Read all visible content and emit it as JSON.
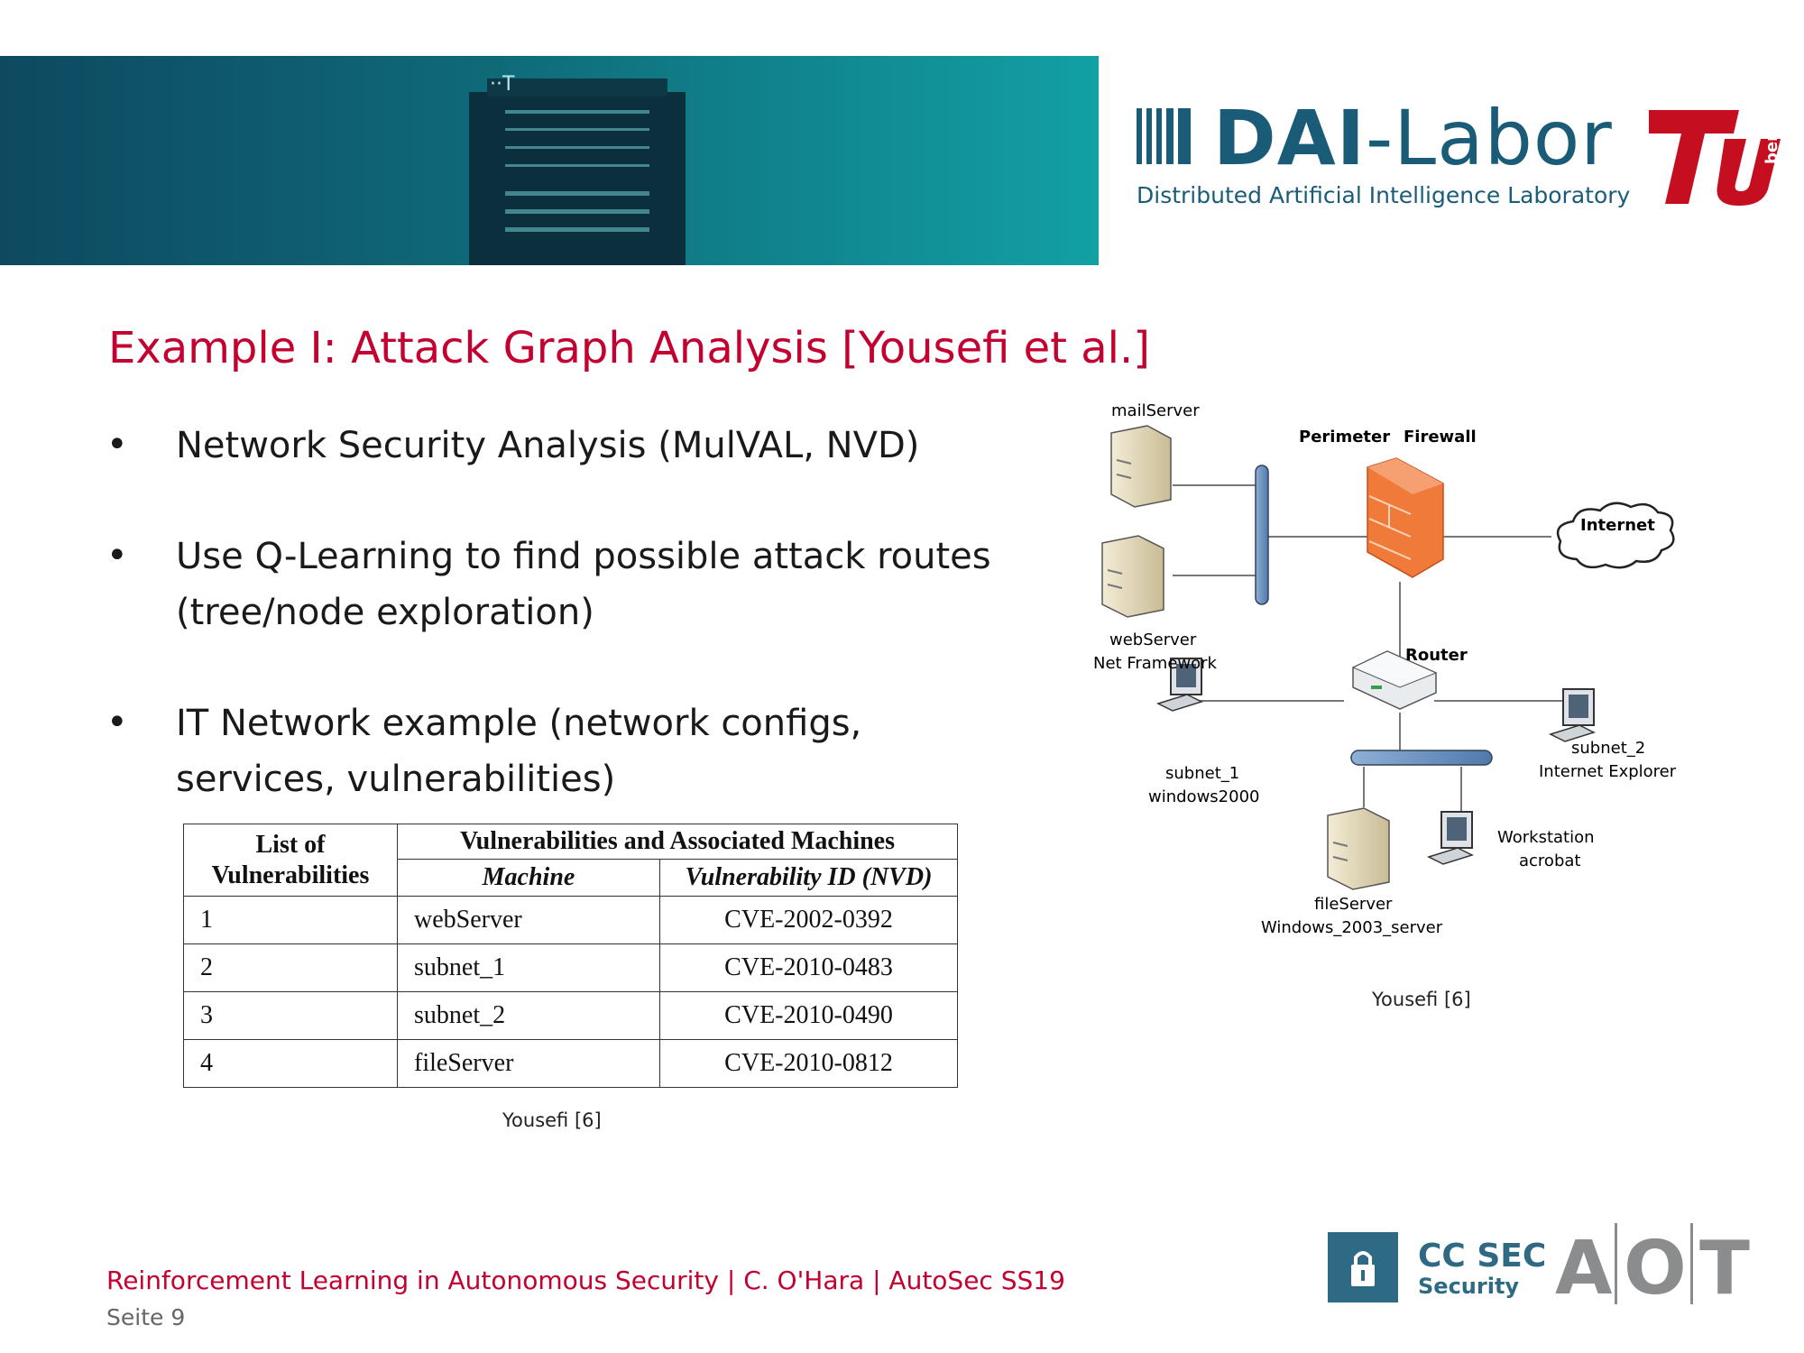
{
  "header": {
    "banner_mark": "··T",
    "dai_logo": {
      "title_bold": "DAI",
      "title_rest": "-Labor",
      "subtitle": "Distributed Artificial Intelligence Laboratory"
    },
    "tu_logo_text": "berlin"
  },
  "slide": {
    "title": "Example I: Attack Graph Analysis [Yousefi et al.]",
    "bullets": [
      {
        "marker": "•",
        "text": "Network Security Analysis (MulVAL, NVD)"
      },
      {
        "marker": "•",
        "text": "Use Q-Learning to find possible attack routes (tree/node exploration)"
      },
      {
        "marker": "•",
        "text": "IT Network example (network configs, services, vulnerabilities)"
      }
    ]
  },
  "table": {
    "header_col1": "List of Vulnerabilities",
    "header_group": "Vulnerabilities and Associated Machines",
    "header_machine": "Machine",
    "header_vuln_id": "Vulnerability ID (NVD)",
    "rows": [
      {
        "n": "1",
        "machine": "webServer",
        "id": "CVE-2002-0392"
      },
      {
        "n": "2",
        "machine": "subnet_1",
        "id": "CVE-2010-0483"
      },
      {
        "n": "3",
        "machine": "subnet_2",
        "id": "CVE-2010-0490"
      },
      {
        "n": "4",
        "machine": "fileServer",
        "id": "CVE-2010-0812"
      }
    ],
    "caption": "Yousefi [6]"
  },
  "diagram": {
    "mailserver": "mailServer",
    "perimeter": "Perimeter",
    "firewall": "Firewall",
    "internet": "Internet",
    "webserver": "webServer",
    "webserver_os": "Net Framework",
    "router": "Router",
    "subnet1": "subnet_1",
    "subnet1_os": "windows2000",
    "subnet2": "subnet_2",
    "subnet2_os": "Internet Explorer",
    "workstation": "Workstation",
    "workstation_app": "acrobat",
    "fileserver": "fileServer",
    "fileserver_os": "Windows_2003_server",
    "caption": "Yousefi [6]"
  },
  "footer": {
    "line": "Reinforcement Learning in Autonomous Security | C. O'Hara | AutoSec SS19",
    "page": "Seite 9",
    "ccsec_title": "CC SEC",
    "ccsec_sub": "Security",
    "aot_letters": [
      "A",
      "O",
      "T"
    ]
  },
  "colors": {
    "accent_red": "#c3002f",
    "dai_blue": "#1a5c78",
    "firewall_orange": "#f07a3a",
    "tu_red": "#c50e1f"
  }
}
